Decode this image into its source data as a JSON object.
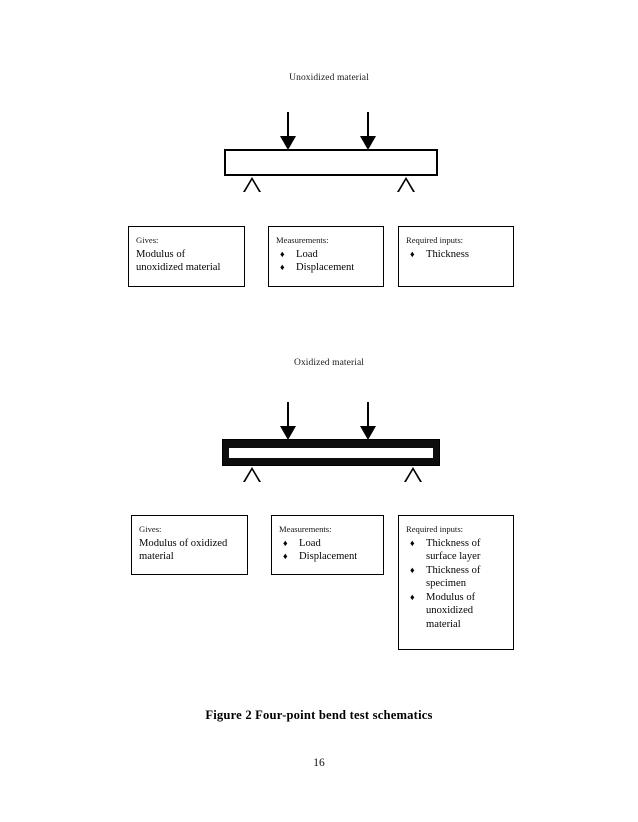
{
  "document": {
    "figure_caption": "Figure 2  Four-point bend test schematics",
    "page_number": "16"
  },
  "schematics": [
    {
      "id": "unoxidized",
      "title": "Unoxidized material",
      "beam_type": "plain-white-beam",
      "arrow_count": 2,
      "support_count": 2,
      "boxes": [
        {
          "id": "gives-unoxidized",
          "heading": "Gives:",
          "lines": [
            "Modulus of",
            "unoxidized material"
          ],
          "bullets": []
        },
        {
          "id": "measurements-unoxidized",
          "heading": "Measurements:",
          "lines": [],
          "bullets": [
            "Load",
            "Displacement"
          ]
        },
        {
          "id": "required-inputs-unoxidized",
          "heading": "Required inputs:",
          "lines": [],
          "bullets": [
            "Thickness"
          ]
        }
      ]
    },
    {
      "id": "oxidized",
      "title": "Oxidized material",
      "beam_type": "oxidized-layered-beam",
      "arrow_count": 2,
      "support_count": 2,
      "boxes": [
        {
          "id": "gives-oxidized",
          "heading": "Gives:",
          "lines": [
            "Modulus of oxidized",
            "material"
          ],
          "bullets": []
        },
        {
          "id": "measurements-oxidized",
          "heading": "Measurements:",
          "lines": [],
          "bullets": [
            "Load",
            "Displacement"
          ]
        },
        {
          "id": "required-inputs-oxidized",
          "heading": "Required inputs:",
          "lines": [],
          "bullets": [
            "Thickness of surface layer",
            "Thickness of specimen",
            "Modulus of unoxidized material"
          ]
        }
      ]
    }
  ],
  "symbols": {
    "bullet": "♦"
  },
  "colors": {
    "ink": "#000000",
    "paper": "#ffffff",
    "oxide_layer": "#0d0d0d"
  }
}
